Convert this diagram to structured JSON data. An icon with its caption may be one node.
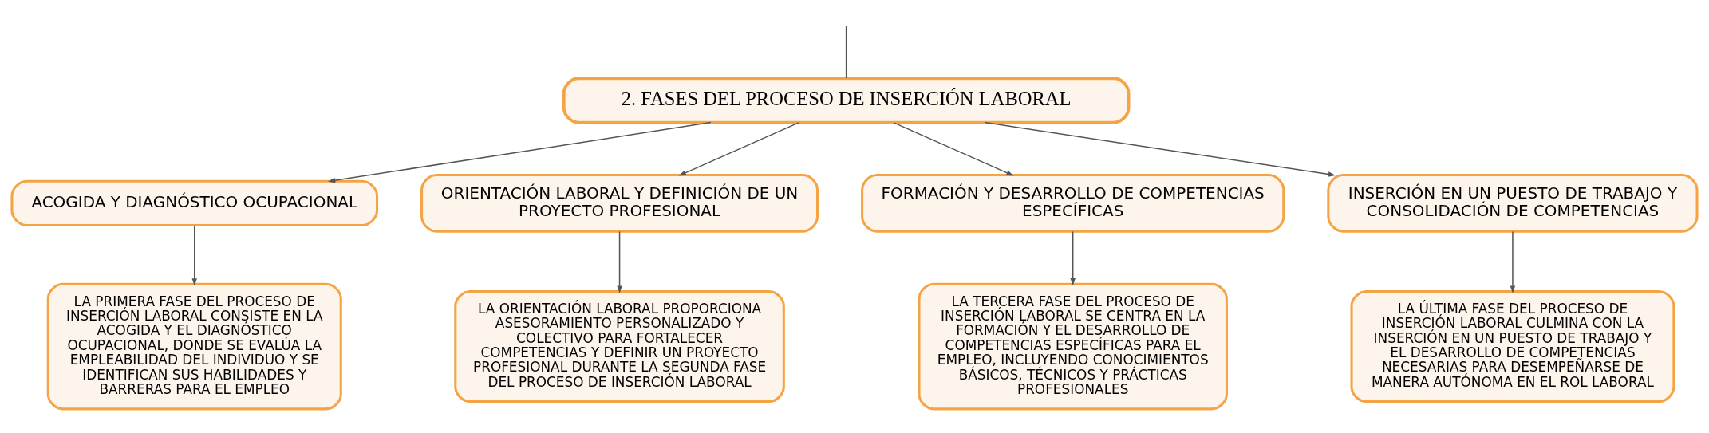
{
  "diagram": {
    "nodes": [
      {
        "text": [
          "2. FASES DEL PROCESO DE INSERCIÓN LABORAL"
        ]
      },
      {
        "text": [
          "ACOGIDA Y DIAGNÓSTICO OCUPACIONAL"
        ]
      },
      {
        "text": [
          "ORIENTACIÓN LABORAL Y DEFINICIÓN DE UN PROYECTO PROFESIONAL"
        ]
      },
      {
        "text": [
          "FORMACIÓN Y DESARROLLO DE COMPETENCIAS ESPECÍFICAS"
        ]
      },
      {
        "text": [
          "INSERCIÓN EN UN PUESTO DE TRABAJO Y CONSOLIDACIÓN DE COMPETENCIAS"
        ]
      },
      {
        "text": [
          "LA PRIMERA FASE DEL PROCESO DE INSERCIÓN LABORAL CONSISTE EN LA ACOGIDA Y EL DIAGNÓSTICO OCUPACIONAL, DONDE SE EVALÚA LA EMPLEABILIDAD DEL INDIVIDUO Y SE IDENTIFICAN SUS HABILIDADES Y BARRERAS PARA EL EMPLEO"
        ]
      },
      {
        "text": [
          "LA ORIENTACIÓN LABORAL PROPORCIONA ASESORAMIENTO PERSONALIZADO Y COLECTIVO PARA FORTALECER COMPETENCIAS Y DEFINIR UN PROYECTO PROFESIONAL DURANTE LA SEGUNDA FASE DEL PROCESO DE INSERCIÓN LABORAL"
        ]
      },
      {
        "text": [
          "LA TERCERA FASE DEL PROCESO DE INSERCIÓN LABORAL SE CENTRA EN LA FORMACIÓN Y EL DESARROLLO DE COMPETENCIAS ESPECÍFICAS PARA EL EMPLEO, INCLUYENDO CONOCIMIENTOS BÁSICOS, TÉCNICOS Y PRÁCTICAS PROFESIONALES"
        ]
      },
      {
        "text": [
          "LA ÚLTIMA FASE DEL PROCESO DE INSERCIÓN LABORAL CULMINA CON LA INSERCIÓN EN UN PUESTO DE TRABAJO Y EL DESARROLLO DE COMPETENCIAS NECESARIAS PARA DESEMPEÑARSE DE MANERA AUTÓNOMA EN EL ROL LABORAL"
        ]
      }
    ],
    "edges": [
      {
        "from": null,
        "to": 0,
        "arrow": "none"
      },
      {
        "from": 0,
        "to": 1,
        "arrow": "to"
      },
      {
        "from": 0,
        "to": 2,
        "arrow": "to"
      },
      {
        "from": 0,
        "to": 3,
        "arrow": "to"
      },
      {
        "from": 0,
        "to": 4,
        "arrow": "to"
      },
      {
        "from": 1,
        "to": 5,
        "arrow": "to"
      },
      {
        "from": 2,
        "to": 6,
        "arrow": "to"
      },
      {
        "from": 3,
        "to": 7,
        "arrow": "to"
      },
      {
        "from": 4,
        "to": 8,
        "arrow": "to"
      }
    ]
  }
}
